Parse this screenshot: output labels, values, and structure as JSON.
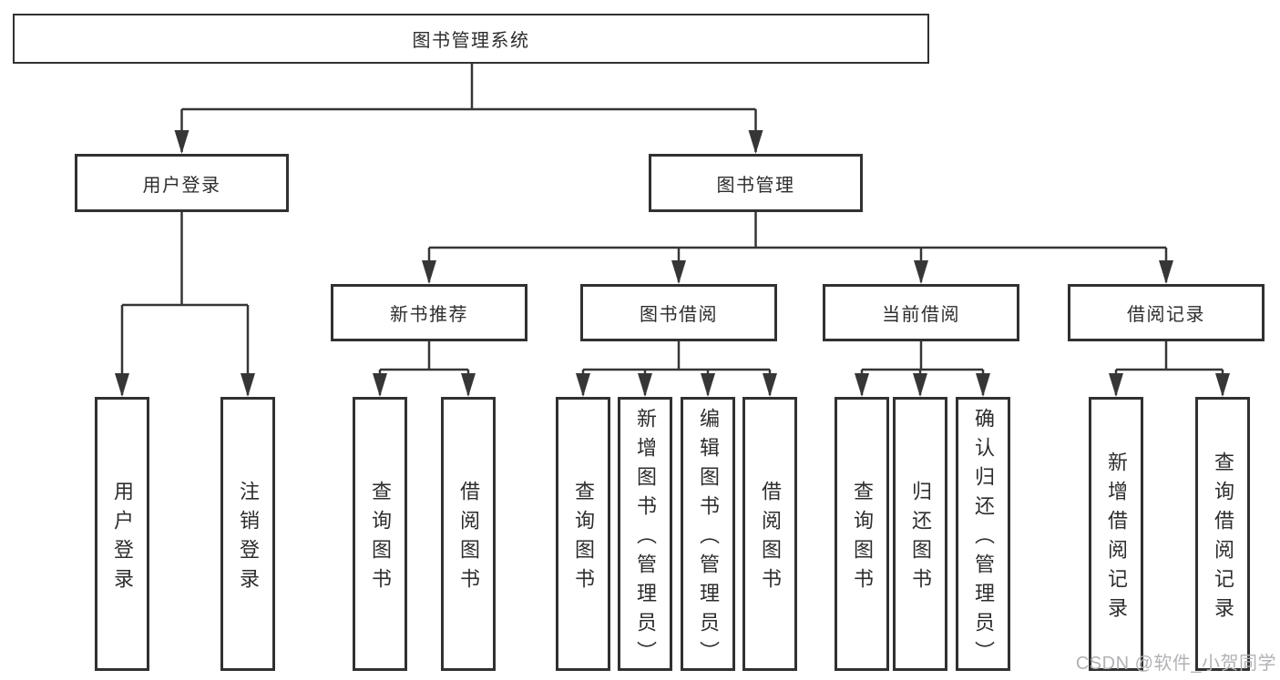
{
  "title": "图书管理系统",
  "level2": [
    "用户登录",
    "图书管理"
  ],
  "level3": [
    "新书推荐",
    "图书借阅",
    "当前借阅",
    "借阅记录"
  ],
  "leafGroups": [
    [
      "用户登录",
      "注销登录"
    ],
    [
      "查询图书",
      "借阅图书"
    ],
    [
      "查询图书",
      "新增图书（管理员）",
      "编辑图书（管理员）",
      "借阅图书"
    ],
    [
      "查询图书",
      "归还图书",
      "确认归还（管理员）"
    ],
    [
      "新增借阅记录",
      "查询借阅记录"
    ]
  ],
  "watermark": "CSDN @软件_小贺同学",
  "colors": {
    "line": "#363636",
    "box_border": "#313131",
    "text": "#2d2d2d",
    "background": "#ffffff",
    "watermark": "#b2b2b6"
  }
}
